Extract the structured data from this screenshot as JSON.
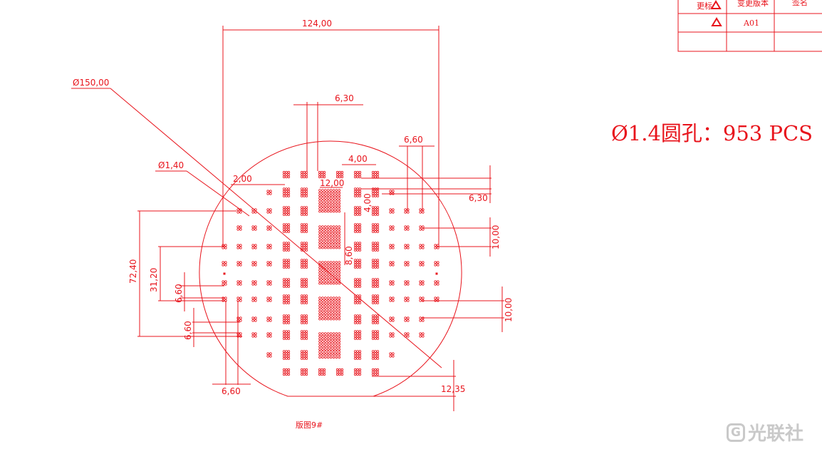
{
  "revision_table": {
    "headers": [
      "更标",
      "变更版本",
      "签名"
    ],
    "rows": [
      [
        "",
        "A01",
        ""
      ],
      [
        "",
        "",
        ""
      ]
    ]
  },
  "dimensions": {
    "overall_width": "124,00",
    "wafer_diameter": "Ø150,00",
    "block_gap_top": "6,30",
    "right_gap_top": "6,60",
    "small_gap": "4,00",
    "hole_diameter": "Ø1,40",
    "pair_gap": "2,00",
    "block_width": "12,00",
    "vertical_small": "4,00",
    "right_pitch": "6,30",
    "right_upper": "10,00",
    "left_overall": "72,40",
    "left_mid": "31,20",
    "left_small_a": "6,60",
    "block_pitch": "8,60",
    "right_lower": "10,00",
    "left_small_b": "6,60",
    "bottom_pitch": "6,60",
    "bottom_offset": "12,35"
  },
  "note": "Ø1.4圆孔：953 PCS",
  "caption": "版图9#",
  "watermark": "光联社",
  "colors": {
    "line": "#e8141c",
    "watermark": "#c9c9c9"
  }
}
